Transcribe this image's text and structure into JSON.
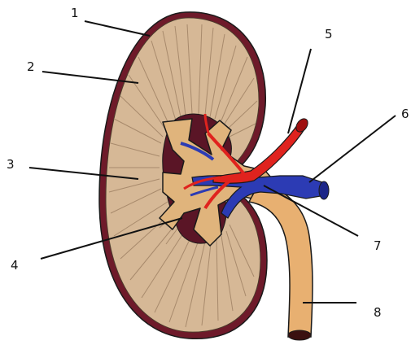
{
  "figure": {
    "labels": [
      {
        "id": "1",
        "text": "1"
      },
      {
        "id": "2",
        "text": "2"
      },
      {
        "id": "3",
        "text": "3"
      },
      {
        "id": "4",
        "text": "4"
      },
      {
        "id": "5",
        "text": "5"
      },
      {
        "id": "6",
        "text": "6"
      },
      {
        "id": "7",
        "text": "7"
      },
      {
        "id": "8",
        "text": "8"
      }
    ]
  },
  "colors": {
    "capsule": "#6e1a2a",
    "cortex": "#d6b896",
    "medulla_lines": "#a88a6c",
    "pelvis": "#e0b47c",
    "artery": "#e0231e",
    "vein": "#2c3bb4",
    "ureter": "#e8b071",
    "dark_sinus": "#5a1526",
    "outline": "#1a1a1a"
  }
}
